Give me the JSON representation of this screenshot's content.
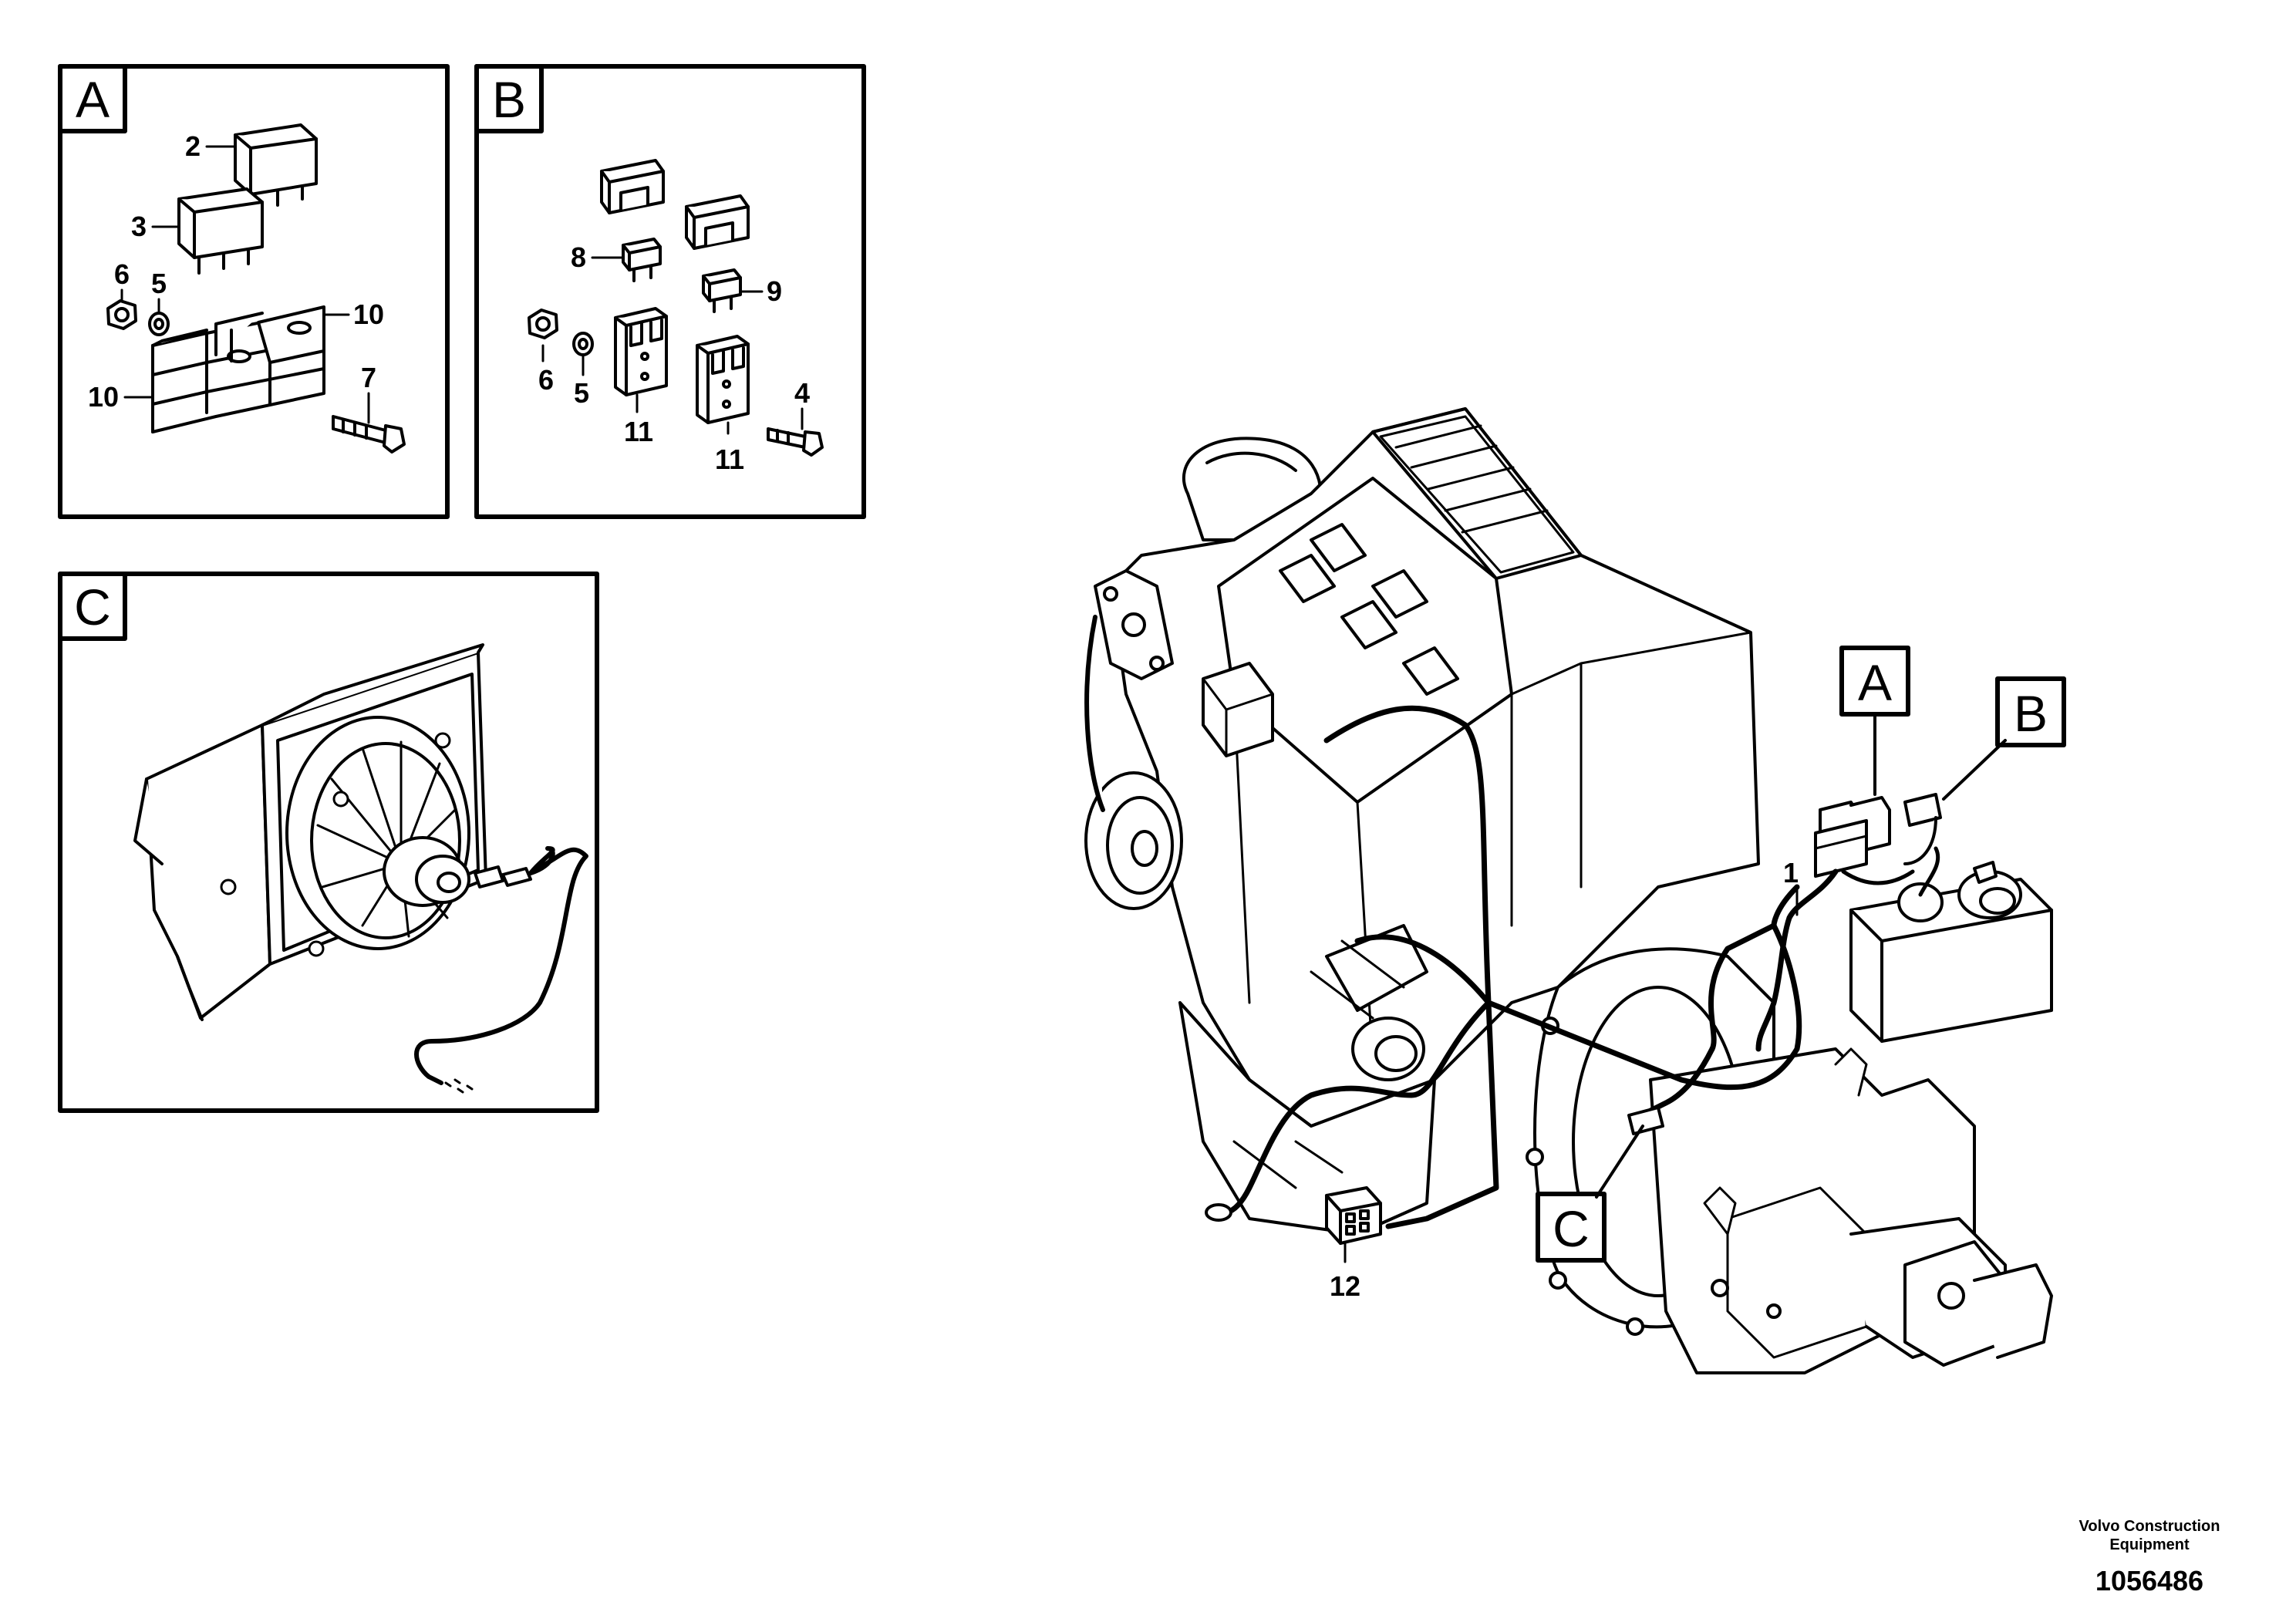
{
  "panels": {
    "A": {
      "letter": "A",
      "callouts": [
        "2",
        "3",
        "6",
        "5",
        "10",
        "10",
        "7"
      ]
    },
    "B": {
      "letter": "B",
      "callouts": [
        "8",
        "9",
        "6",
        "5",
        "11",
        "11",
        "4"
      ]
    },
    "C": {
      "letter": "C"
    }
  },
  "main": {
    "flags": [
      "A",
      "B",
      "C"
    ],
    "callouts": [
      "1",
      "12"
    ]
  },
  "footer": {
    "company_line1": "Volvo Construction",
    "company_line2": "Equipment",
    "doc_number": "1056486"
  },
  "colors": {
    "line": "#000000",
    "background": "#ffffff",
    "fill": "#ffffff"
  }
}
